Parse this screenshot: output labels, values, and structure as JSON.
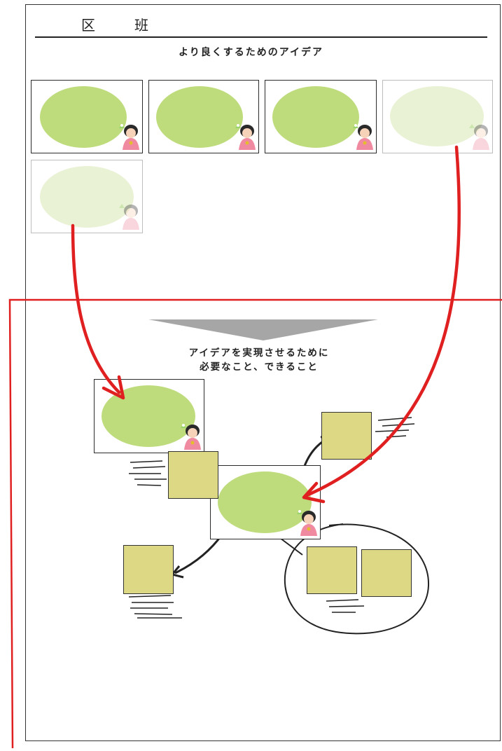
{
  "header": {
    "ku": "区",
    "han": "班"
  },
  "section_title": "より良くするためのアイデア",
  "center_caption": {
    "line1": "アイデアを実現させるために",
    "line2": "必要なこと、できること"
  },
  "colors": {
    "idea_bubble": "#bfdc7d",
    "idea_bubble_faded": "#e9f2d5",
    "sticky_note": "#dcd883",
    "arrow_red": "#e02020",
    "funnel_gray": "#a6a6a6"
  },
  "icons": [
    "girl-idea-icon"
  ]
}
